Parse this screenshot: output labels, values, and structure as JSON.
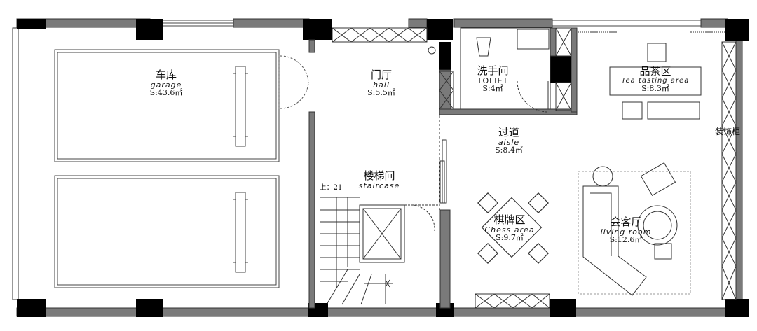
{
  "plan": {
    "rooms": [
      {
        "id": "garage",
        "zh": "车库",
        "en": "garage",
        "area": "S:43.6㎡"
      },
      {
        "id": "hall",
        "zh": "门厅",
        "en": "hall",
        "area": "S:5.5㎡"
      },
      {
        "id": "toilet",
        "zh": "洗手间",
        "en": "TOLIET",
        "area": "S:4㎡"
      },
      {
        "id": "tea",
        "zh": "品茶区",
        "en": "Tea tasting area",
        "area": "S:8.3㎡"
      },
      {
        "id": "aisle",
        "zh": "过道",
        "en": "aisle",
        "area": "S:8.4㎡"
      },
      {
        "id": "staircase",
        "zh": "楼梯间",
        "en": "staircase",
        "area": ""
      },
      {
        "id": "chess",
        "zh": "棋牌区",
        "en": "Chess area",
        "area": "S:9.7㎡"
      },
      {
        "id": "living",
        "zh": "会客厅",
        "en": "living room",
        "area": "S:12.6㎡"
      }
    ],
    "notes": {
      "cabinet": "装饰柜",
      "stair_up": "上：21"
    }
  }
}
